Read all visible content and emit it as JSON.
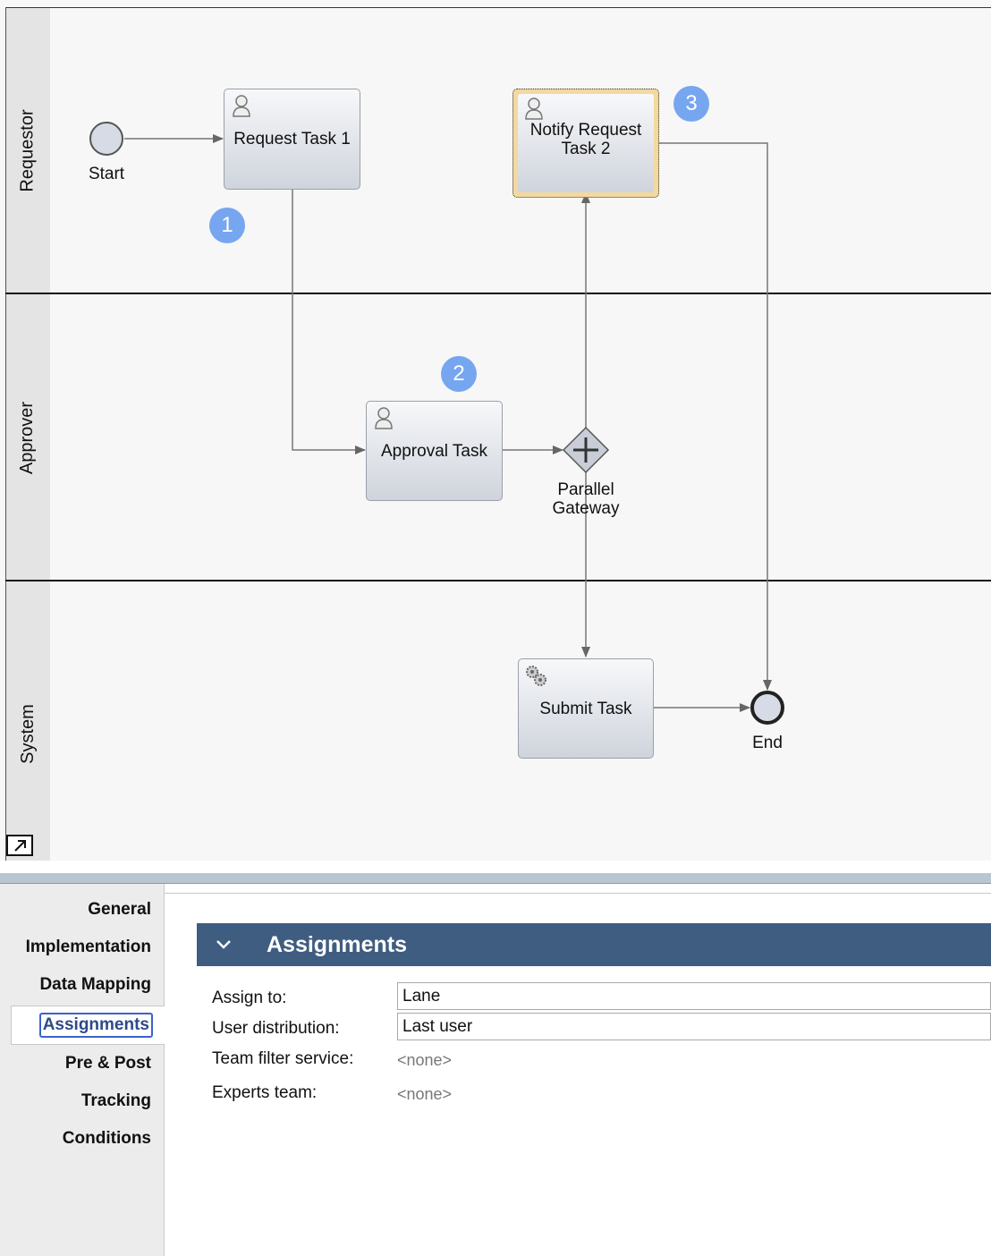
{
  "lanes": [
    "Requestor",
    "Approver",
    "System"
  ],
  "events": {
    "start": "Start",
    "end": "End"
  },
  "tasks": {
    "request": "Request Task 1",
    "notify": "Notify Request Task 2",
    "approval": "Approval Task",
    "submit": "Submit Task"
  },
  "gateway": {
    "label": "Parallel Gateway"
  },
  "badges": [
    "1",
    "2",
    "3"
  ],
  "sidebar": {
    "items": [
      "General",
      "Implementation",
      "Data Mapping",
      "Assignments",
      "Pre & Post",
      "Tracking",
      "Conditions"
    ],
    "selected": "Assignments"
  },
  "section": {
    "title": "Assignments",
    "fields": {
      "assign_to": {
        "label": "Assign to:",
        "value": "Lane"
      },
      "user_distribution": {
        "label": "User distribution:",
        "value": "Last user"
      },
      "team_filter": {
        "label": "Team filter service:",
        "value": "<none>"
      },
      "experts_team": {
        "label": "Experts team:",
        "value": "<none>"
      }
    }
  },
  "colors": {
    "badge": "#77a6f0",
    "section_header": "#3f5d80",
    "selection_highlight": "#f3d9a0",
    "active_tab_outline": "#3a63c7"
  }
}
